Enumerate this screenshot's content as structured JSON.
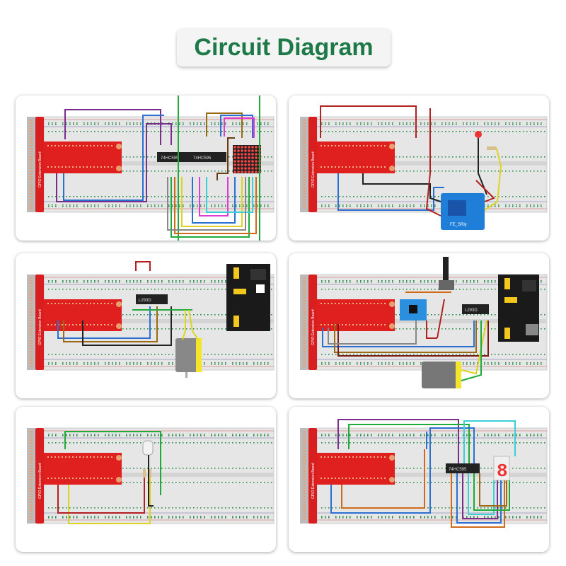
{
  "title": "Circuit Diagram",
  "board_label": "GPIO Extension Board",
  "panels": [
    {
      "chips": [
        "74HC595",
        "74HC595"
      ],
      "components": [
        "led-matrix"
      ]
    },
    {
      "module": "FE_SRly",
      "components": [
        "red-led",
        "resistor",
        "relay-module"
      ]
    },
    {
      "chips": [
        "L293D"
      ],
      "components": [
        "power-module",
        "dc-motor"
      ]
    },
    {
      "chips": [
        "L293D"
      ],
      "components": [
        "potentiometer",
        "adc-module",
        "power-module",
        "dc-motor"
      ]
    },
    {
      "components": [
        "rgb-led",
        "resistors"
      ]
    },
    {
      "chips": [
        "74HC595"
      ],
      "components": [
        "seven-segment-display",
        "resistors"
      ]
    }
  ],
  "colors": {
    "title": "#1d7a48",
    "board": "#e0201e",
    "breadboard": "#e6e6e6"
  }
}
